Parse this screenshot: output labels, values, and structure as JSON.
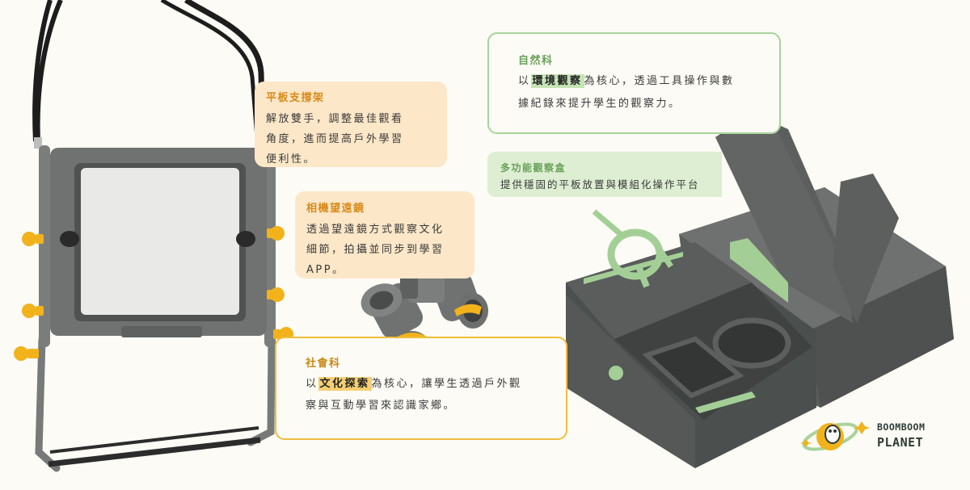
{
  "stand": {
    "title": "平板支撐架",
    "lines": [
      "解放雙手，調整最佳觀看",
      "角度，進而提高戶外學習",
      "便利性。"
    ]
  },
  "scope": {
    "title": "相機望遠鏡",
    "lines": [
      "透過望遠鏡方式觀察文化",
      "細節，拍攝並同步到學習",
      "APP。"
    ]
  },
  "social": {
    "title": "社會科",
    "line1_pre": "以",
    "line1_hl": "文化探索",
    "line1_post": "為核心，讓學生透過戶外觀",
    "line2": "察與互動學習來認識家鄉。"
  },
  "nature": {
    "title": "自然科",
    "line1_pre": "以",
    "line1_hl": "環境觀察",
    "line1_post": "為核心，透過工具操作與數",
    "line2": "據紀錄來提升學生的觀察力。"
  },
  "box": {
    "title": "多功能觀察盒",
    "line": "提供穩固的平板放置與模組化操作平台"
  },
  "logo": {
    "line1": "BOOMBOOM",
    "line2": "PLANET"
  },
  "colors": {
    "orange": "#f2b21b",
    "peach": "#fce7c8",
    "green": "#a8d39c",
    "gray": "#6e716f",
    "dark": "#4b4f4d",
    "background": "#fcfbf5"
  }
}
